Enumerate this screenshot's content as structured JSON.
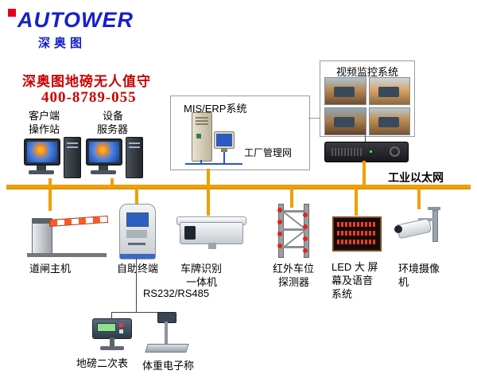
{
  "colors": {
    "bus": "#EF9F00",
    "accent_red": "#CC0000",
    "logo_blue": "#1520C8"
  },
  "logo": {
    "brand": "AUTOWER",
    "cn": "深奥图"
  },
  "header": {
    "title": "深奥图地磅无人值守",
    "phone": "400-8789-055"
  },
  "network": {
    "bus_label": "工业以太网",
    "serial_label": "RS232/RS485"
  },
  "boxes": {
    "mis": {
      "title": "MIS/ERP系统",
      "subnet": "工厂管理网"
    },
    "video": {
      "title": "视频监控系统"
    }
  },
  "devices": {
    "client": {
      "line1": "客户端",
      "line2": "操作站"
    },
    "server": {
      "line1": "设备",
      "line2": "服务器"
    },
    "barrier": {
      "label": "道闸主机"
    },
    "kiosk": {
      "label": "自助终端"
    },
    "lpr": {
      "line1": "车牌识别",
      "line2": "一体机"
    },
    "infrared": {
      "line1": "红外车位",
      "line2": "探测器"
    },
    "led": {
      "line1": "LED 大 屏",
      "line2": "幕及语音",
      "line3": "系统"
    },
    "envcam": {
      "line1": "环境摄像",
      "line2": "机"
    },
    "indicator": {
      "label": "地磅二次表"
    },
    "scale": {
      "label": "体重电子称"
    }
  }
}
